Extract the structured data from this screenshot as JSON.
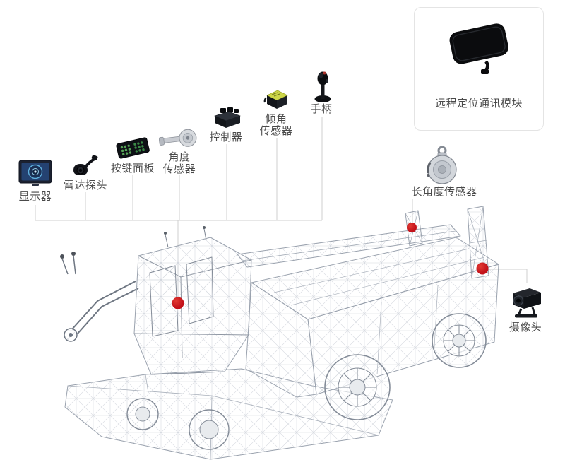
{
  "colors": {
    "bg": "#ffffff",
    "marker_red": "#c3121a",
    "label_text": "#4a4a4a",
    "connector_gray": "#cfcfcf",
    "box_border": "#e4e4e4",
    "wireframe_stroke": "#9aa2ae",
    "mesh_line": "#d3d7de"
  },
  "components": {
    "display": {
      "label": "显示器",
      "icon": "display-icon"
    },
    "radar_probe": {
      "label": "雷达探头",
      "icon": "radar-probe-icon"
    },
    "keypad": {
      "label": "按键面板",
      "icon": "keypad-icon"
    },
    "angle_sensor": {
      "line1": "角度",
      "line2": "传感器",
      "icon": "angle-sensor-icon"
    },
    "controller": {
      "label": "控制器",
      "icon": "controller-icon"
    },
    "tilt_sensor": {
      "line1": "倾角",
      "line2": "传感器",
      "icon": "tilt-sensor-icon"
    },
    "joystick": {
      "label": "手柄",
      "icon": "joystick-icon"
    },
    "remote_module": {
      "label": "远程定位通讯模块",
      "icon": "remote-module-icon"
    },
    "long_angle_sensor": {
      "label": "长角度传感器",
      "icon": "long-angle-sensor-icon"
    },
    "camera": {
      "label": "摄像头",
      "icon": "camera-icon"
    }
  },
  "markers": [
    {
      "name": "cab-marker"
    },
    {
      "name": "boom-marker"
    },
    {
      "name": "rear-body-marker"
    }
  ]
}
